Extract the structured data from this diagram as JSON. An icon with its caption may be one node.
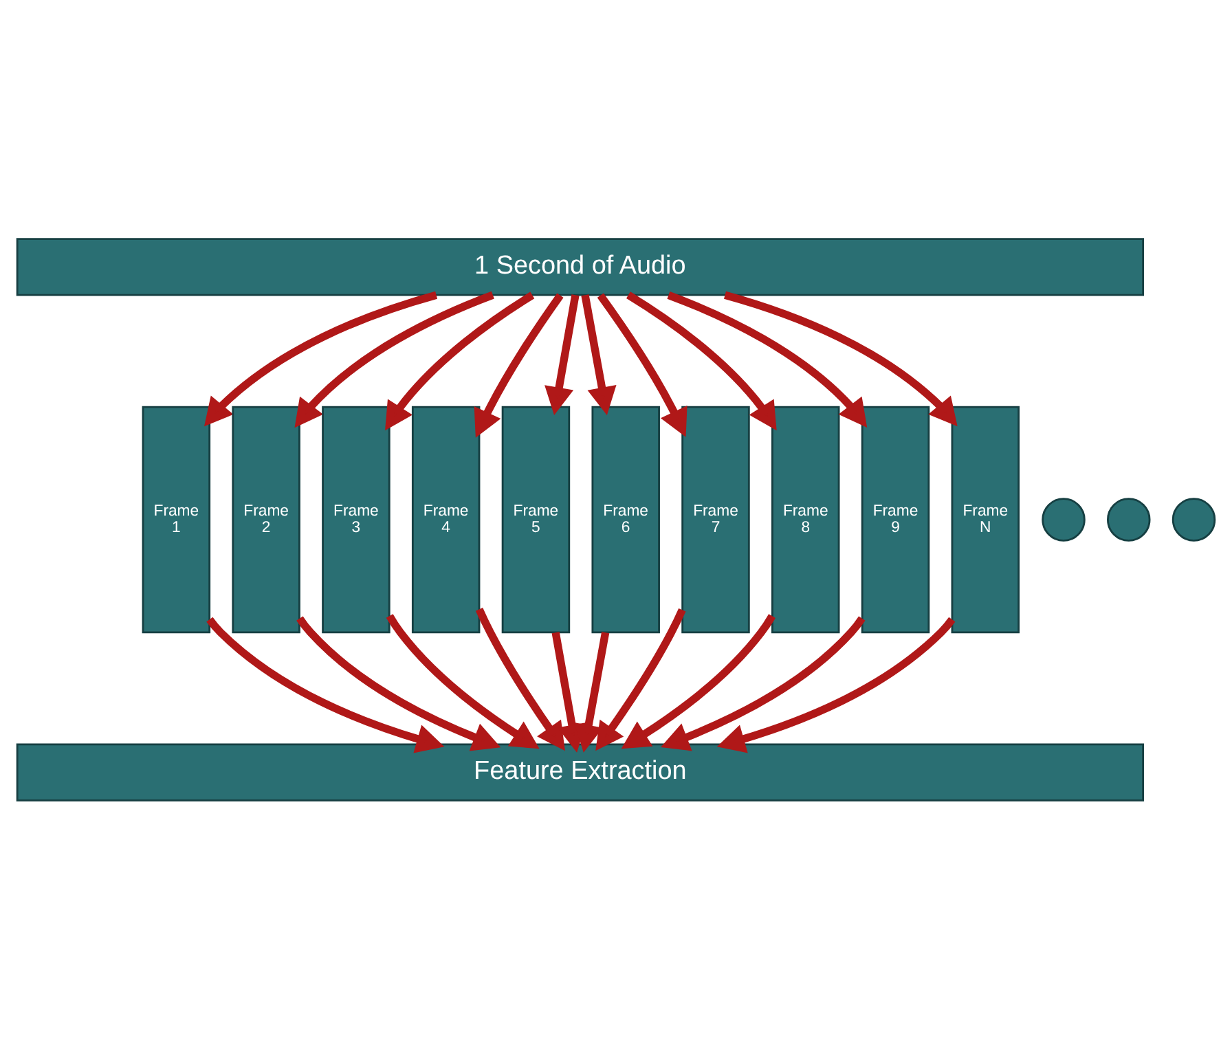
{
  "diagram": {
    "nodes": [
      {
        "text": [
          "1 Second of Audio"
        ]
      },
      {
        "text": [
          "Frame 1"
        ]
      },
      {
        "text": [
          "Frame 2"
        ]
      },
      {
        "text": [
          "Frame 3"
        ]
      },
      {
        "text": [
          "Frame 4"
        ]
      },
      {
        "text": [
          "Frame 5"
        ]
      },
      {
        "text": [
          "Frame 6"
        ]
      },
      {
        "text": [
          "Frame 7"
        ]
      },
      {
        "text": [
          "Frame 8"
        ]
      },
      {
        "text": [
          "Frame 9"
        ]
      },
      {
        "text": [],
        "shape": "circle"
      },
      {
        "text": [],
        "shape": "circle"
      },
      {
        "text": [],
        "shape": "circle"
      },
      {
        "text": [
          "Frame N"
        ]
      },
      {
        "text": [
          "Feature Extraction"
        ]
      }
    ],
    "edges": [
      {
        "from": 0,
        "to": 1,
        "arrow": "to"
      },
      {
        "from": 0,
        "to": 2,
        "arrow": "to"
      },
      {
        "from": 0,
        "to": 3,
        "arrow": "to"
      },
      {
        "from": 0,
        "to": 4,
        "arrow": "to"
      },
      {
        "from": 0,
        "to": 5,
        "arrow": "to"
      },
      {
        "from": 0,
        "to": 6,
        "arrow": "to"
      },
      {
        "from": 0,
        "to": 7,
        "arrow": "to"
      },
      {
        "from": 0,
        "to": 8,
        "arrow": "to"
      },
      {
        "from": 0,
        "to": 9,
        "arrow": "to"
      },
      {
        "from": 0,
        "to": 13,
        "arrow": "to"
      },
      {
        "from": 1,
        "to": 14,
        "arrow": "to"
      },
      {
        "from": 2,
        "to": 14,
        "arrow": "to"
      },
      {
        "from": 3,
        "to": 14,
        "arrow": "to"
      },
      {
        "from": 4,
        "to": 14,
        "arrow": "to"
      },
      {
        "from": 5,
        "to": 14,
        "arrow": "to"
      },
      {
        "from": 6,
        "to": 14,
        "arrow": "to"
      },
      {
        "from": 7,
        "to": 14,
        "arrow": "to"
      },
      {
        "from": 8,
        "to": 14,
        "arrow": "to"
      },
      {
        "from": 9,
        "to": 14,
        "arrow": "to"
      },
      {
        "from": 13,
        "to": 14,
        "arrow": "to"
      }
    ]
  }
}
